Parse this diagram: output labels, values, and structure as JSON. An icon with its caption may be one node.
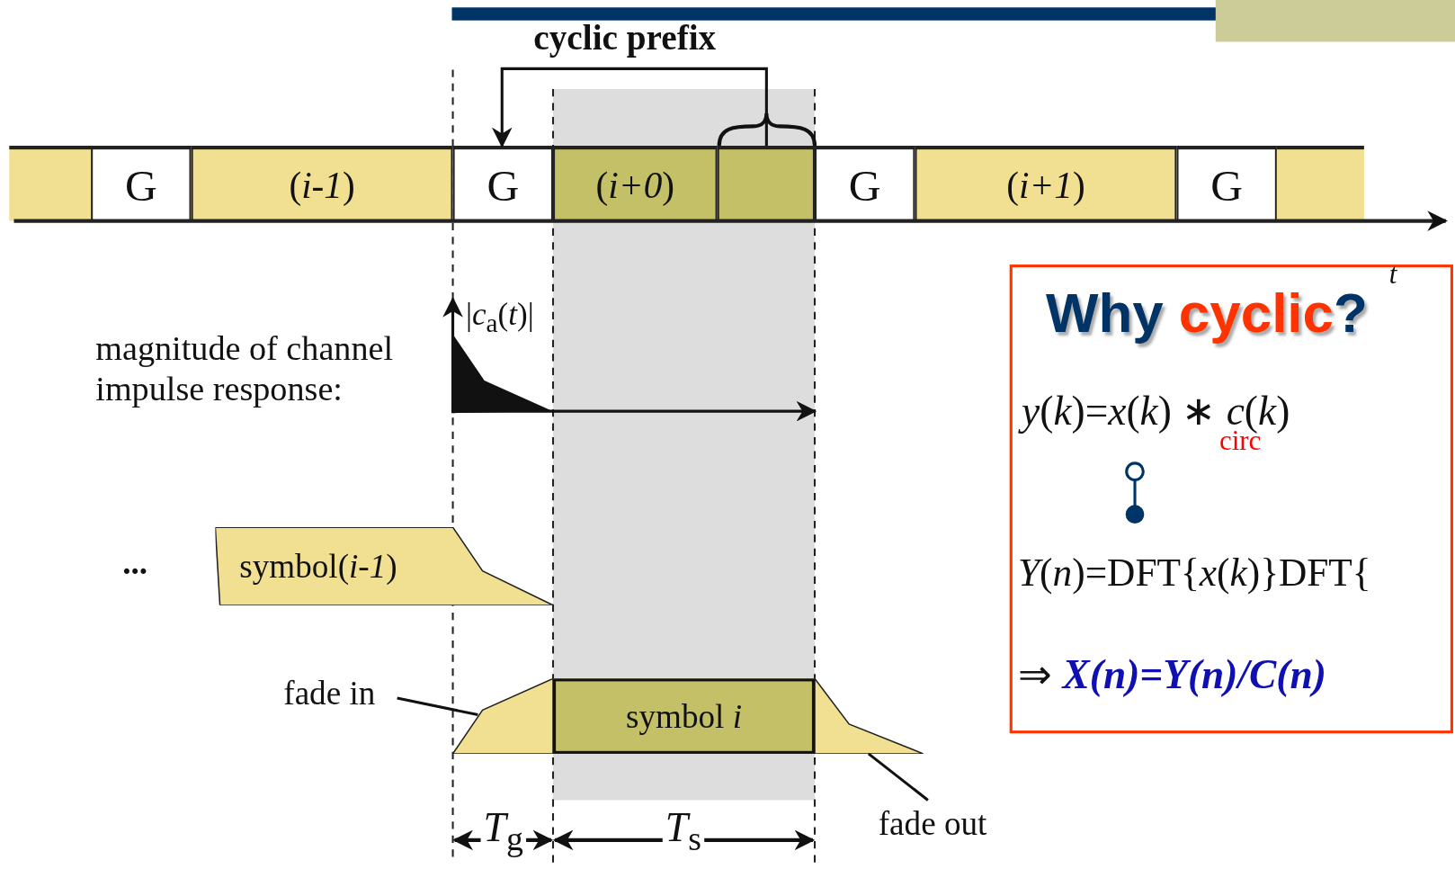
{
  "diagram": {
    "nodes": [
      {
        "text": [],
        "shape": "bar"
      },
      {
        "text": [
          "G"
        ]
      },
      {
        "text": [
          "(*i-1*)"
        ]
      },
      {
        "text": [
          "G"
        ]
      },
      {
        "text": [
          "(*i+0*)"
        ]
      },
      {
        "text": [],
        "shape": "box"
      },
      {
        "text": [
          "G"
        ]
      },
      {
        "text": [
          "(*i+1*)"
        ]
      },
      {
        "text": [
          "G"
        ]
      },
      {
        "text": [],
        "shape": "bar"
      },
      {
        "text": [
          "symbol(*i-1*)"
        ]
      },
      {
        "text": [
          "symbol *i*"
        ]
      },
      {
        "text": [
          "fade in"
        ]
      },
      {
        "text": [],
        "shape": "ramp"
      },
      {
        "text": [
          "fade out"
        ]
      },
      {
        "text": [],
        "shape": "ramp"
      },
      {
        "text": [
          "Why **cyclic**?",
          "*y*(*k*)=*x*(*k*) ∗ *c*(*k*)",
          "circ",
          "*Y*(*n*)=DFT{*x*(*k*)}DFT{",
          "⇒ **X(n)=Y(n)/C(n)**"
        ]
      }
    ],
    "edges": [
      {
        "from": 5,
        "to": 3,
        "arrow": "to",
        "label": "cyclic prefix"
      },
      {
        "from": 12,
        "to": 13,
        "arrow": "none"
      },
      {
        "from": 14,
        "to": 15,
        "arrow": "none"
      }
    ],
    "labels": [
      "t",
      "magnitude of channel impulse response:",
      "|*c*$_{a}$(*t*)|",
      "...",
      "*T*$_{g}$",
      "*T*$_{s}$"
    ]
  }
}
